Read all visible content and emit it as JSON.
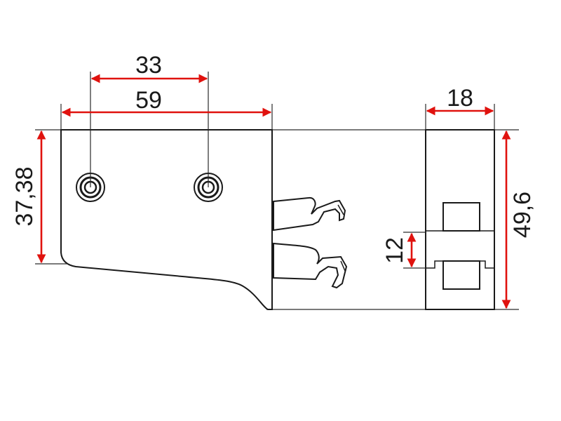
{
  "drawing": {
    "colors": {
      "dimension_line": "#e0120e",
      "outline": "#1a1a1a",
      "background": "#ffffff"
    },
    "dimensions": {
      "hole_spacing": "33",
      "plate_length": "59",
      "block_width": "18",
      "plate_height": "37,38",
      "total_height": "49,6",
      "slot_height": "12"
    }
  }
}
